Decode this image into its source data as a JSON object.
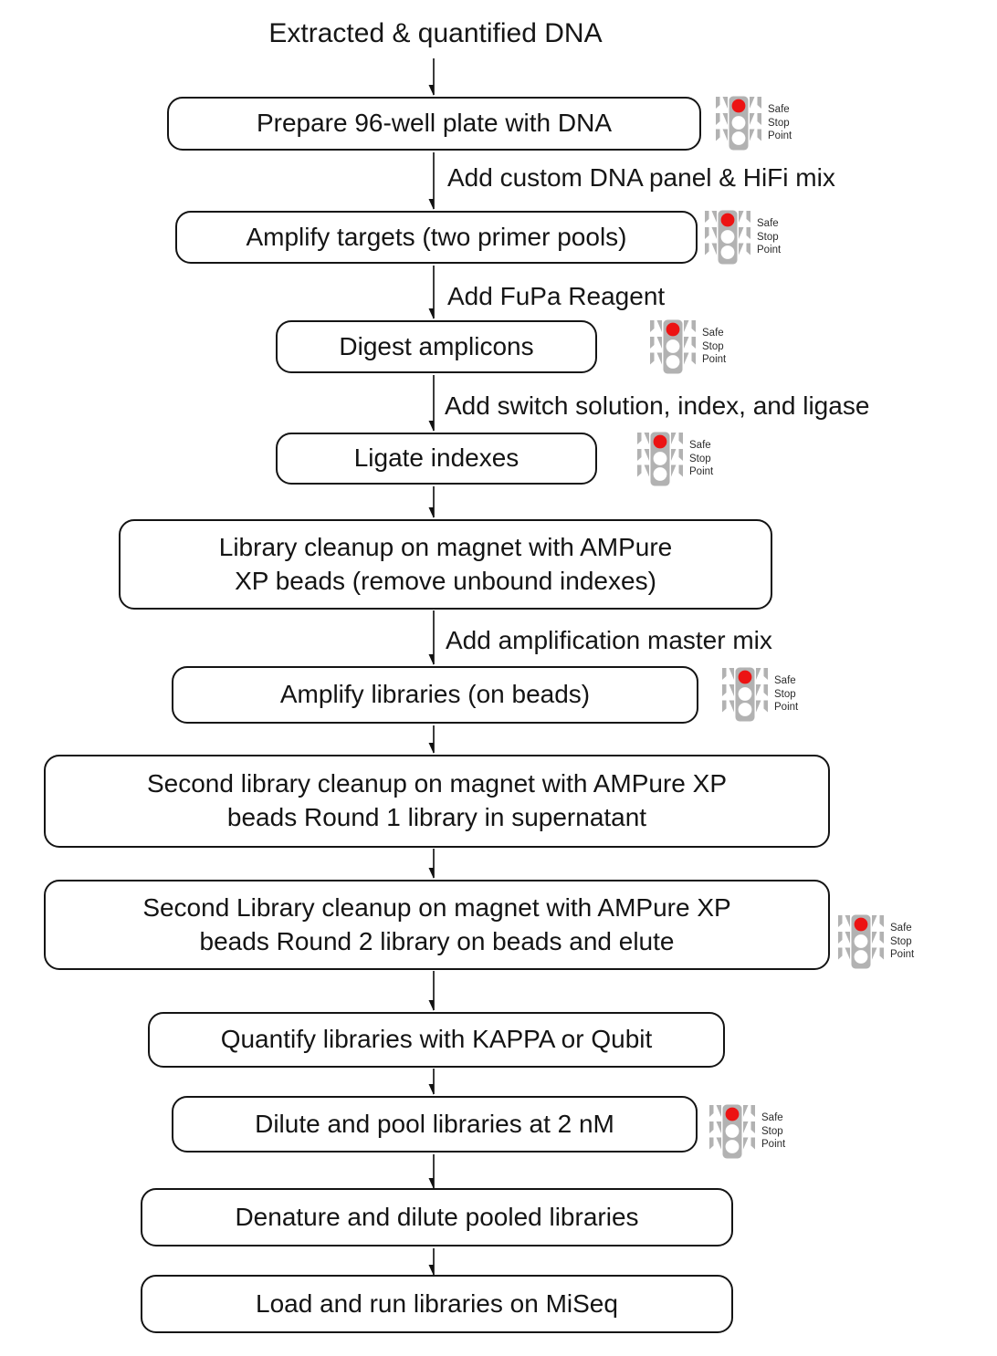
{
  "title": "Extracted & quantified DNA",
  "safe_stop": {
    "line1": "Safe",
    "line2": "Stop",
    "line3": "Point"
  },
  "colors": {
    "red_light": "#ec1313",
    "traffic_body_gray": "#b2b2b2",
    "box_border": "#141414"
  },
  "steps": [
    {
      "label": "Prepare 96-well plate with DNA",
      "safe_stop_point": true
    },
    {
      "label": "Amplify targets (two primer pools)",
      "safe_stop_point": true
    },
    {
      "label": "Digest amplicons",
      "safe_stop_point": true
    },
    {
      "label": "Ligate indexes",
      "safe_stop_point": true
    },
    {
      "label": "Library cleanup on magnet with AMPure XP beads (remove unbound indexes)",
      "line1": "Library cleanup on magnet with AMPure",
      "line2": "XP beads (remove unbound indexes)",
      "safe_stop_point": false
    },
    {
      "label": "Amplify libraries (on beads)",
      "safe_stop_point": true
    },
    {
      "label": "Second library cleanup on magnet with AMPure XP beads Round 1 library in supernatant",
      "line1": "Second library cleanup on magnet with AMPure XP",
      "line2": "beads Round 1 library in supernatant",
      "safe_stop_point": false
    },
    {
      "label": "Second Library cleanup on magnet with AMPure XP beads Round 2 library on beads and elute",
      "line1": "Second Library cleanup on magnet with AMPure XP",
      "line2": "beads Round 2 library on beads and elute",
      "safe_stop_point": true
    },
    {
      "label": "Quantify libraries with KAPPA or Qubit",
      "safe_stop_point": false
    },
    {
      "label": "Dilute and pool libraries at 2 nM",
      "safe_stop_point": true
    },
    {
      "label": "Denature and dilute pooled libraries",
      "safe_stop_point": false
    },
    {
      "label": "Load and run libraries on MiSeq",
      "safe_stop_point": false
    }
  ],
  "annotations": [
    "Add custom DNA panel & HiFi mix",
    "Add FuPa Reagent",
    "Add switch solution, index, and ligase",
    "Add amplification master mix"
  ]
}
